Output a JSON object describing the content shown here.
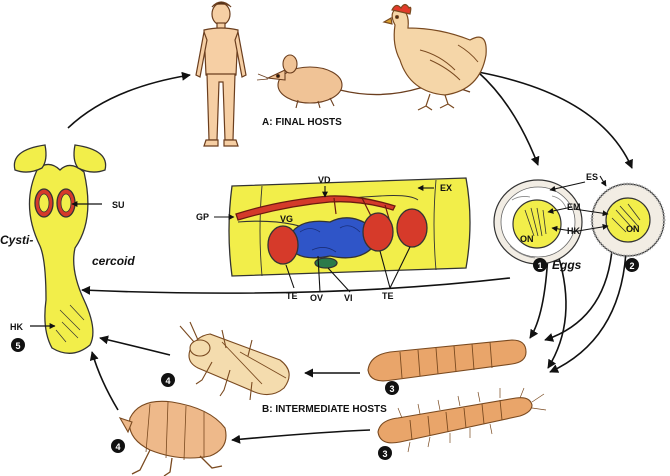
{
  "labels": {
    "final_hosts": "A: FINAL HOSTS",
    "intermediate_hosts": "B: INTERMEDIATE HOSTS",
    "eggs": "Eggs",
    "cysti": "Cysti-",
    "cercoid": "cercoid",
    "su": "SU",
    "hk_cysticercoid": "HK",
    "es": "ES",
    "em": "EM",
    "hk_egg": "HK",
    "on_left": "ON",
    "on_right": "ON",
    "vd": "VD",
    "ex": "EX",
    "gp": "GP",
    "vg": "VG",
    "te_left": "TE",
    "ov": "OV",
    "vi": "VI",
    "te_right": "TE"
  },
  "stage_numbers": {
    "egg_left": "1",
    "egg_right": "2",
    "larva_top": "3",
    "larva_bottom": "3",
    "beetle": "4",
    "flea": "4",
    "cysticercoid": "5"
  },
  "colors": {
    "yellow": "#f2ee4a",
    "skin": "#f6cfa4",
    "mouse": "#f0c396",
    "hen": "#f5d6a8",
    "comb": "#e23a2a",
    "testis": "#d63a2a",
    "ovary": "#2f55c8",
    "vitellarium": "#2a7a4a",
    "duct": "#d43a2a",
    "larva": "#e9a56a",
    "beetle": "#f4dcae",
    "flea": "#eeb98a",
    "arrow": "#111111"
  }
}
